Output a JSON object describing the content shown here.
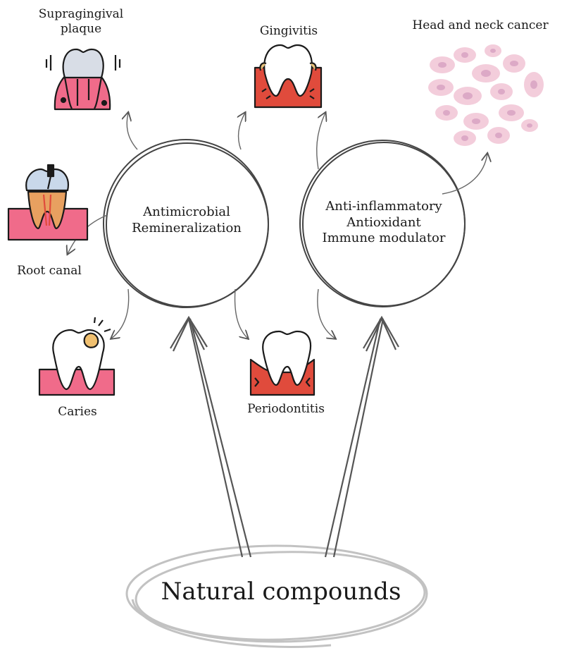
{
  "nodes": {
    "supragingival": [
      "Supragingival",
      "plaque"
    ],
    "gingivitis": "Gingivitis",
    "head_neck": "Head and neck cancer",
    "root_canal": "Root canal",
    "caries": "Caries",
    "periodontitis": "Periodontitis",
    "left_hub": [
      "Antimicrobial",
      "Remineralization"
    ],
    "right_hub": [
      "Anti-inflammatory",
      "Antioxidant",
      "Immune modulator"
    ],
    "source": "Natural compounds"
  },
  "icons": {
    "supragingival": "tooth-plaque-icon",
    "gingivitis": "tooth-gingivitis-icon",
    "head_neck": "cancer-cells-icon",
    "root_canal": "tooth-root-canal-icon",
    "caries": "tooth-caries-icon",
    "periodontitis": "tooth-periodontitis-icon"
  },
  "colors": {
    "ink": "#1a1a1a",
    "arrow": "#555555",
    "gum_red": "#e04b3c",
    "gum_pink": "#f06b8a",
    "tooth": "#ffffff",
    "cell": "#f2c8d8",
    "cell_core": "#d9a0c0",
    "source_ellipse": "#bdbdbd"
  }
}
